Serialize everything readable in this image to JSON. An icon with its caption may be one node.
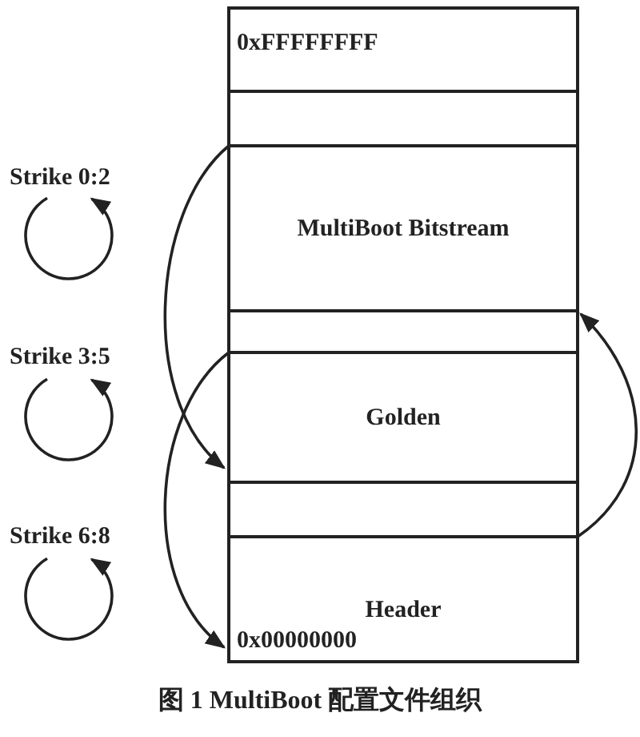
{
  "diagram": {
    "caption": "图 1 MultiBoot 配置文件组织",
    "nodes": [
      {
        "text": [
          "0xFFFFFFFF"
        ]
      },
      {
        "text": [],
        "shape": "box"
      },
      {
        "text": [
          "MultiBoot Bitstream"
        ]
      },
      {
        "text": [],
        "shape": "box"
      },
      {
        "text": [
          "Golden"
        ]
      },
      {
        "text": [],
        "shape": "box"
      },
      {
        "text": [
          "Header",
          "0x00000000"
        ]
      }
    ],
    "edges": [
      {
        "from": 2,
        "to": 4,
        "arrow": "to"
      },
      {
        "from": 4,
        "to": 6,
        "arrow": "to"
      },
      {
        "from": 6,
        "to": 2,
        "arrow": "to"
      }
    ],
    "labels": [
      "Strike 0:2",
      "Strike 3:5",
      "Strike 6:8"
    ]
  }
}
